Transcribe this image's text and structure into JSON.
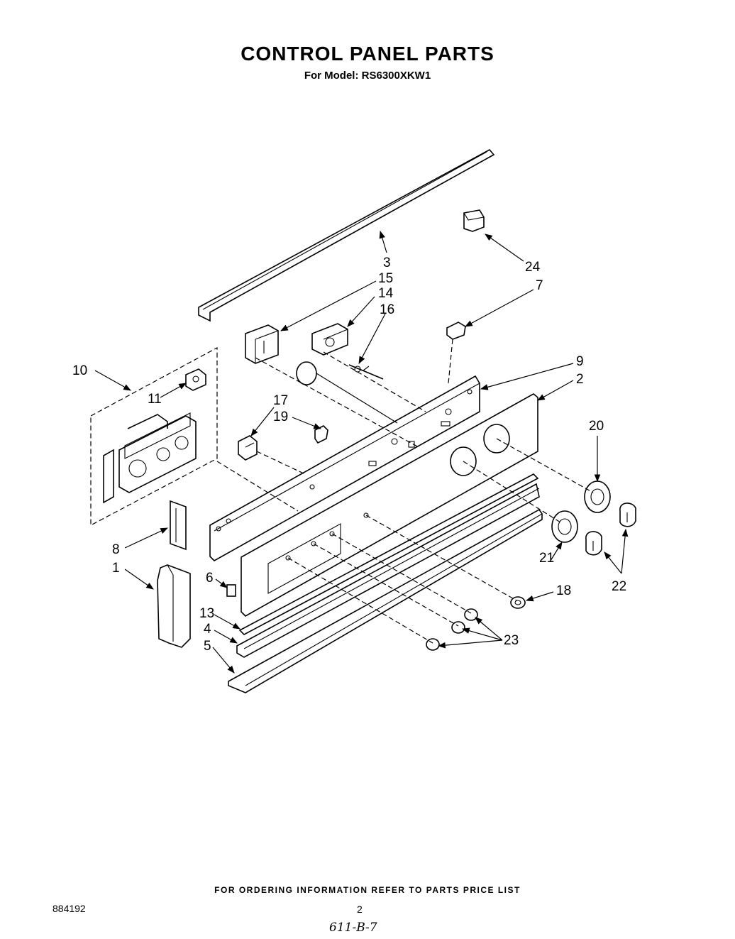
{
  "header": {
    "title": "CONTROL PANEL PARTS",
    "subtitle": "For Model: RS6300XKW1"
  },
  "callouts": [
    "1",
    "2",
    "3",
    "4",
    "5",
    "6",
    "7",
    "8",
    "9",
    "10",
    "11",
    "13",
    "14",
    "15",
    "16",
    "17",
    "18",
    "19",
    "20",
    "21",
    "22",
    "23",
    "24"
  ],
  "footer": {
    "ordering_note": "FOR ORDERING INFORMATION REFER TO PARTS PRICE LIST",
    "document_number": "884192",
    "page_number": "2",
    "handwritten_note": "611-B-7"
  }
}
